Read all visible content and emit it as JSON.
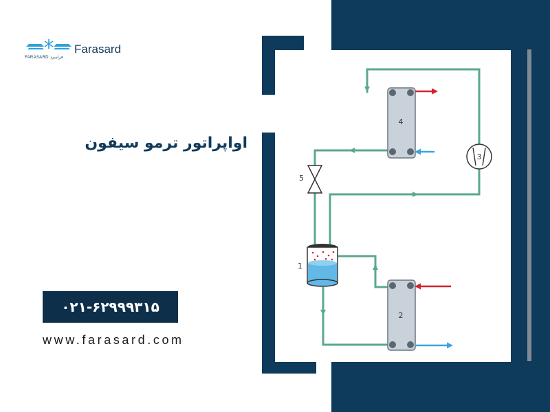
{
  "brand": {
    "name": "Farasard",
    "sub_label": "FARASARD فراسرد",
    "primary_color": "#123a5a",
    "accent_color": "#2e9fe0"
  },
  "page": {
    "title": "اواپراتور ترمو سیفون",
    "phone": "۰۲۱-۶۲۹۹۹۳۱۵",
    "website": "www.farasard.com"
  },
  "diagram": {
    "components": [
      {
        "id": "1",
        "label": "1",
        "kind": "receiver-tank"
      },
      {
        "id": "2",
        "label": "2",
        "kind": "plate-heat-exchanger"
      },
      {
        "id": "3",
        "label": "3",
        "kind": "compressor"
      },
      {
        "id": "4",
        "label": "4",
        "kind": "plate-heat-exchanger"
      },
      {
        "id": "5",
        "label": "5",
        "kind": "expansion-valve"
      }
    ],
    "colors": {
      "pipe": "#5aa88a",
      "hot_line": "#d3222c",
      "cold_line": "#3aa3db",
      "liquid": "#62b8e6",
      "plate": "#c9d2da"
    }
  }
}
